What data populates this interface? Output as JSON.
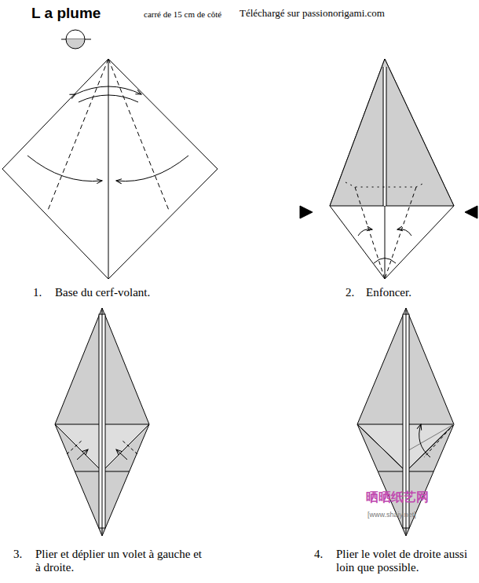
{
  "diagram": {
    "title": "L a plume",
    "labels": [
      "carré de 15 cm de côté",
      "Téléchargé sur passionorigami.com",
      "1.",
      "Base du cerf-volant.",
      "2.",
      "Enfoncer.",
      "3.",
      "Plier et déplier un volet à gauche et à droite.",
      "4.",
      "Plier le volet de droite aussi loin que possible.",
      "晒晒纸艺网",
      "[www.shaiy.net]"
    ]
  }
}
